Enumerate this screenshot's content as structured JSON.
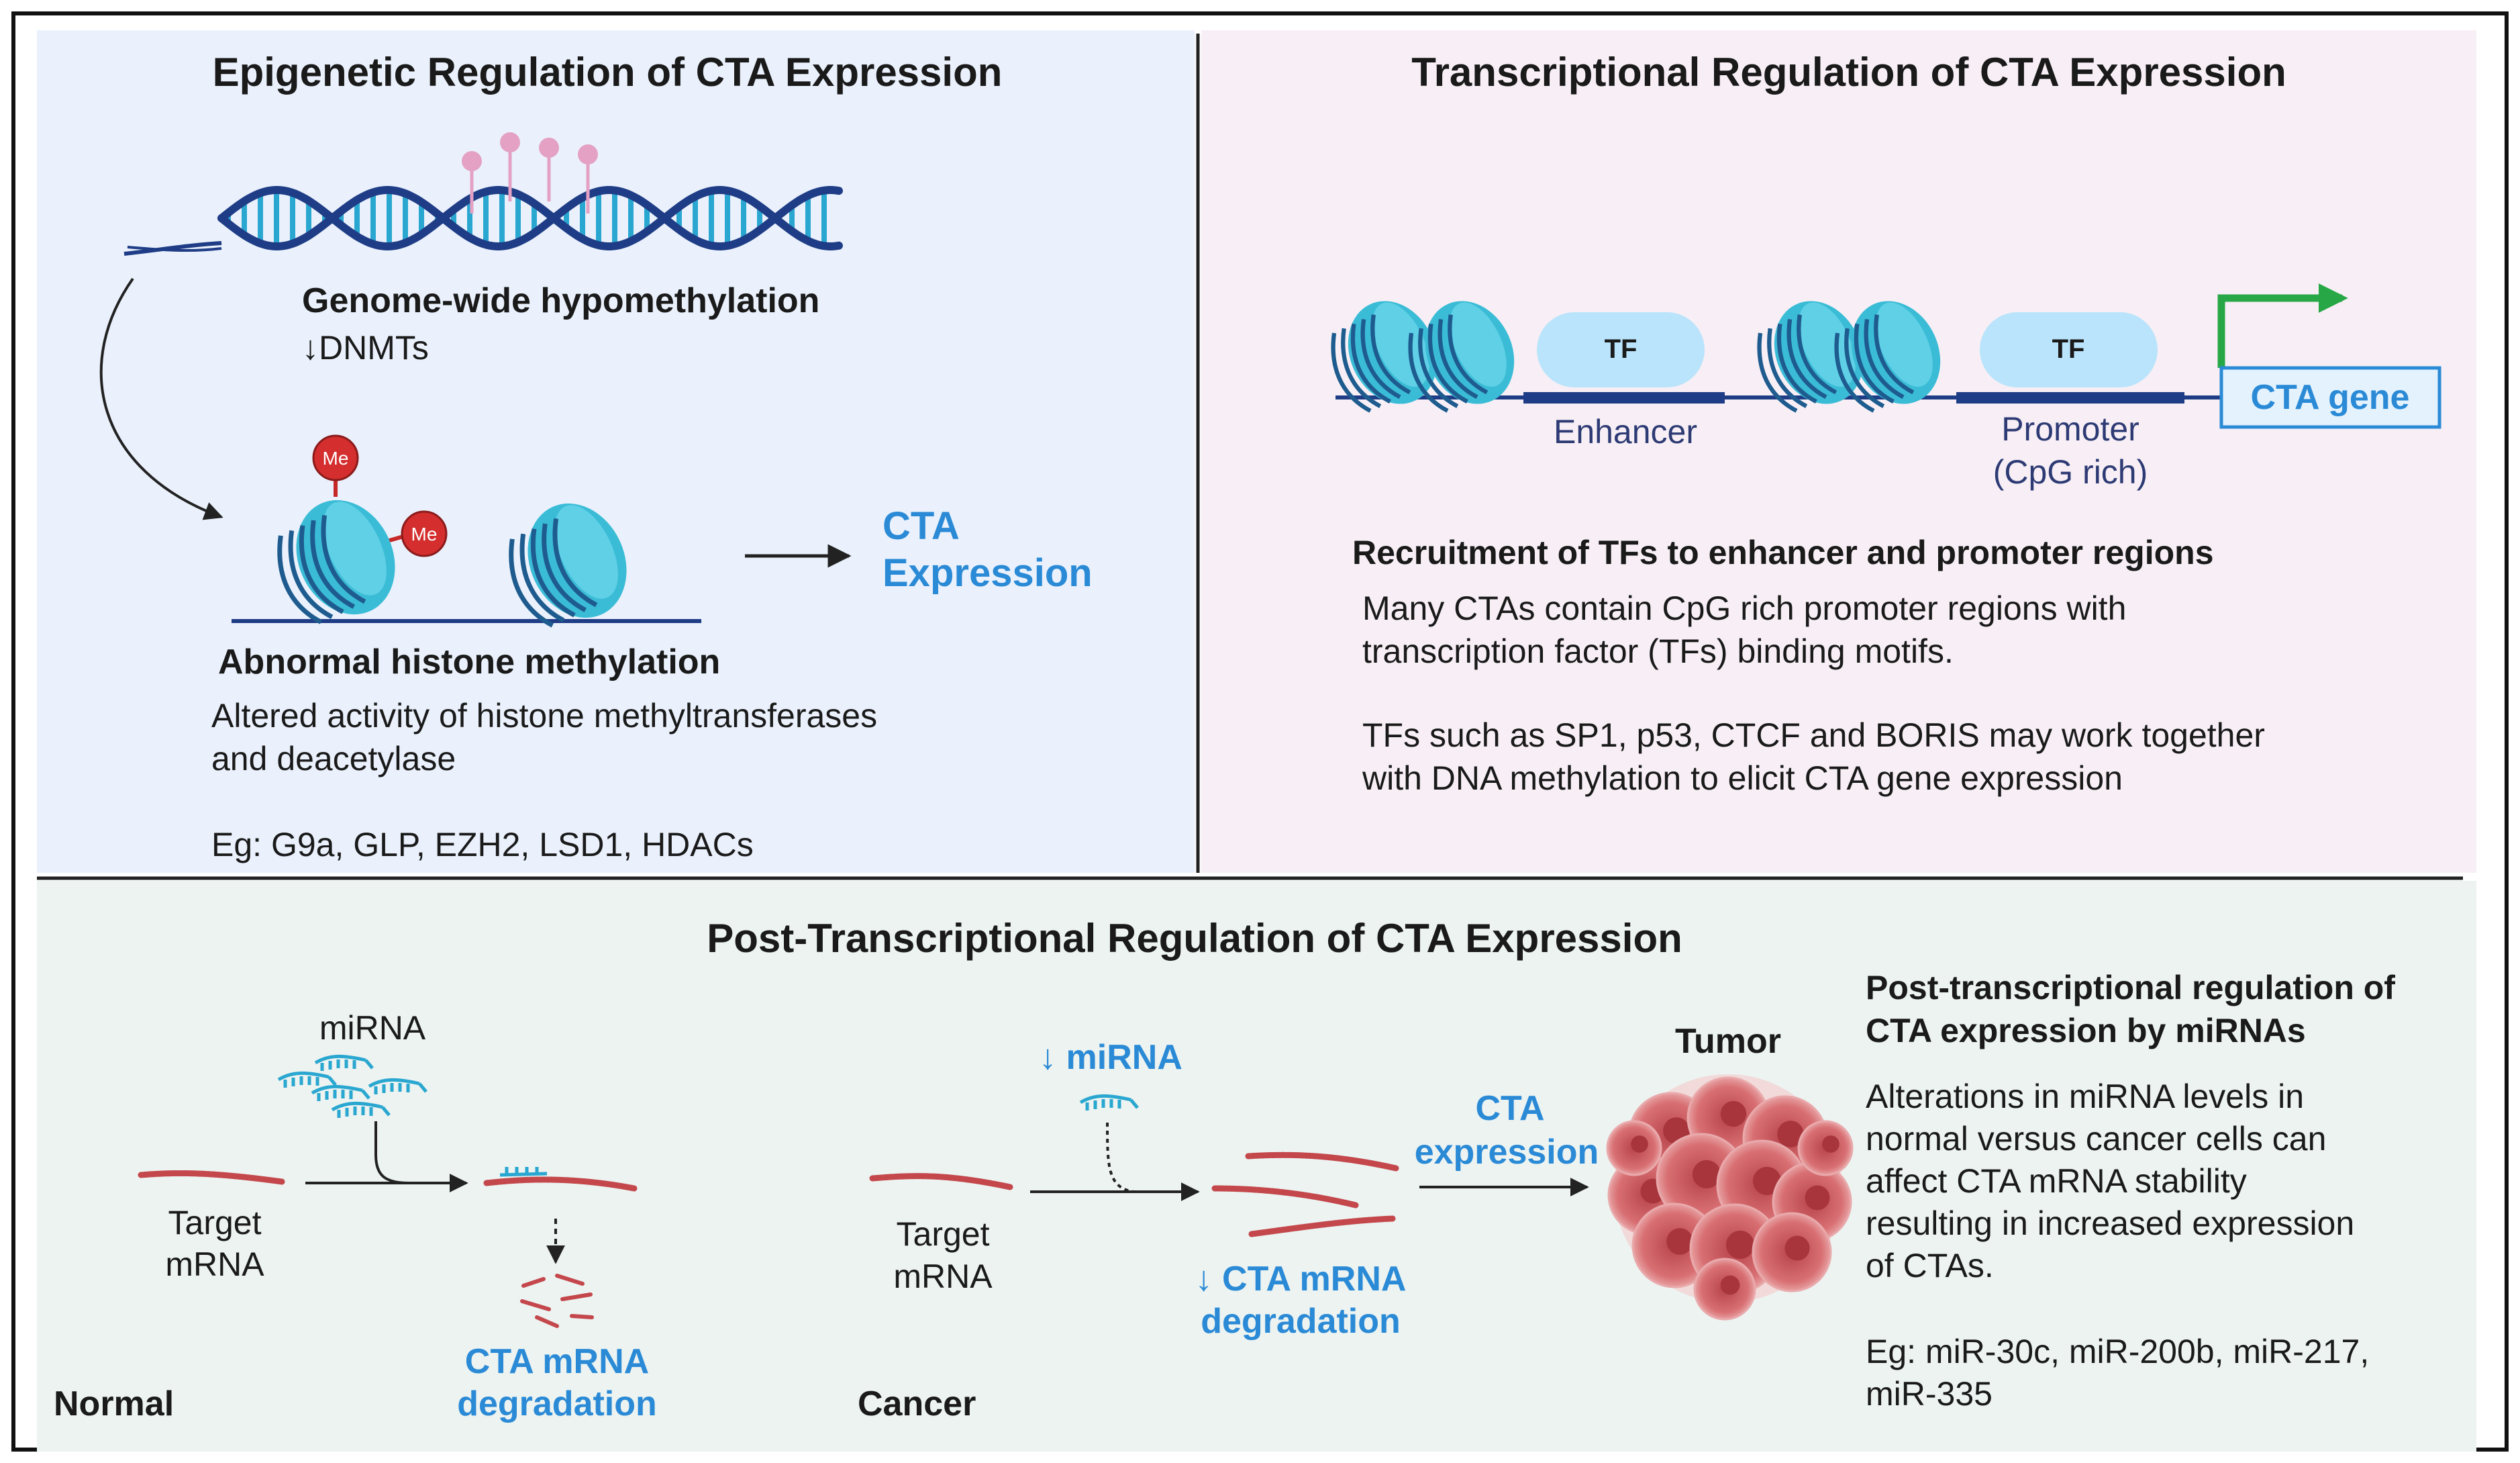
{
  "colors": {
    "epigenetic_bg": "#eaf1fc",
    "transcriptional_bg": "#f7eff5",
    "post_bg": "#ecf3f1",
    "dna_strand": "#1f3d86",
    "dna_rung": "#2aa7d0",
    "nucleosome": "#3bbcd6",
    "nucleosome_dark": "#1e5b8e",
    "methyl_pin": "#e4a1c4",
    "me_badge": "#d42e2e",
    "tf_bubble": "#b9e4fb",
    "accent_blue": "#2b8ad6",
    "green_arrow": "#28a746",
    "mrna": "#c4474c",
    "tumor": "#d1666b"
  },
  "epigenetic": {
    "title": "Epigenetic Regulation of CTA  Expression",
    "hypomethylation_label": "Genome-wide hypomethylation",
    "dnmt_label": "↓DNMTs",
    "me_badge": "Me",
    "histone_label": "Abnormal histone methylation",
    "desc_line1": "Altered activity of histone methyltransferases",
    "desc_line2": "and deacetylase",
    "examples": "Eg: G9a, GLP, EZH2, LSD1, HDACs",
    "outcome_line1": "CTA",
    "outcome_line2": "Expression"
  },
  "transcriptional": {
    "title": "Transcriptional Regulation of CTA  Expression",
    "tf_label": "TF",
    "enhancer_label": "Enhancer",
    "promoter_line1": "Promoter",
    "promoter_line2": "(CpG rich)",
    "gene_label": "CTA gene",
    "heading": "Recruitment of TFs to enhancer and promoter regions",
    "para1_line1": "Many CTAs contain CpG rich promoter regions with",
    "para1_line2": "transcription factor (TFs) binding motifs.",
    "para2_line1": "TFs such as SP1, p53, CTCF and BORIS may work together",
    "para2_line2": "with DNA methylation to elicit CTA gene expression"
  },
  "post": {
    "title": "Post-Transcriptional Regulation of CTA Expression",
    "normal": {
      "label": "Normal",
      "mirna_label": "miRNA",
      "target_line1": "Target",
      "target_line2": "mRNA",
      "degradation_line1": "CTA mRNA",
      "degradation_line2": "degradation"
    },
    "cancer": {
      "label": "Cancer",
      "mirna_label": "↓ miRNA",
      "target_line1": "Target",
      "target_line2": "mRNA",
      "degradation_line1": "↓ CTA mRNA",
      "degradation_line2": "degradation",
      "expression_line1": "CTA",
      "expression_line2": "expression",
      "tumor_label": "Tumor"
    },
    "side": {
      "heading_line1": "Post-transcriptional regulation of",
      "heading_line2": "CTA expression by miRNAs",
      "para_line1": "Alterations in miRNA levels in",
      "para_line2": "normal versus cancer cells can",
      "para_line3": "affect CTA mRNA stability",
      "para_line4": "resulting in increased expression",
      "para_line5": "of CTAs.",
      "examples_line1": "Eg: miR-30c, miR-200b, miR-217,",
      "examples_line2": "miR-335"
    }
  }
}
